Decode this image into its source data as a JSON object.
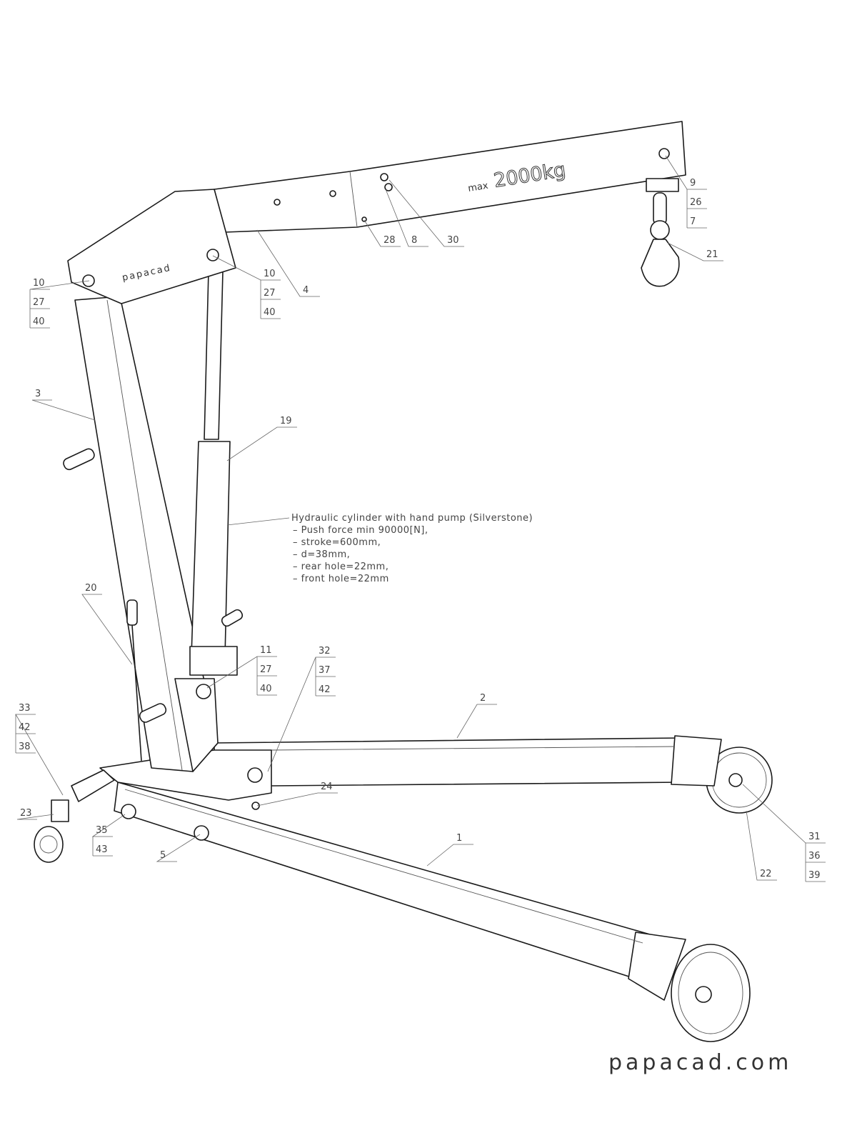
{
  "drawing": {
    "boom_logo": "papacad",
    "capacity_prefix": "max",
    "capacity_value": "2000kg",
    "note_title": "Hydraulic cylinder with hand pump (Silverstone)",
    "note_lines": [
      "– Push force min 90000[N],",
      "– stroke=600mm,",
      "– d=38mm,",
      "– rear hole=22mm,",
      "– front hole=22mm"
    ],
    "callouts": [
      [
        "10",
        "27",
        "40"
      ],
      [
        "10",
        "27",
        "40"
      ],
      [
        "4"
      ],
      [
        "28"
      ],
      [
        "8"
      ],
      [
        "30"
      ],
      [
        "9",
        "26",
        "7"
      ],
      [
        "21"
      ],
      [
        "3"
      ],
      [
        "19"
      ],
      [
        "20"
      ],
      [
        "11",
        "27",
        "40"
      ],
      [
        "32",
        "37",
        "42"
      ],
      [
        "2"
      ],
      [
        "33",
        "42",
        "38"
      ],
      [
        "23"
      ],
      [
        "24"
      ],
      [
        "35",
        "43"
      ],
      [
        "5"
      ],
      [
        "1"
      ],
      [
        "22"
      ],
      [
        "31",
        "36",
        "39"
      ]
    ]
  },
  "footer": {
    "site": "papacad.com"
  }
}
